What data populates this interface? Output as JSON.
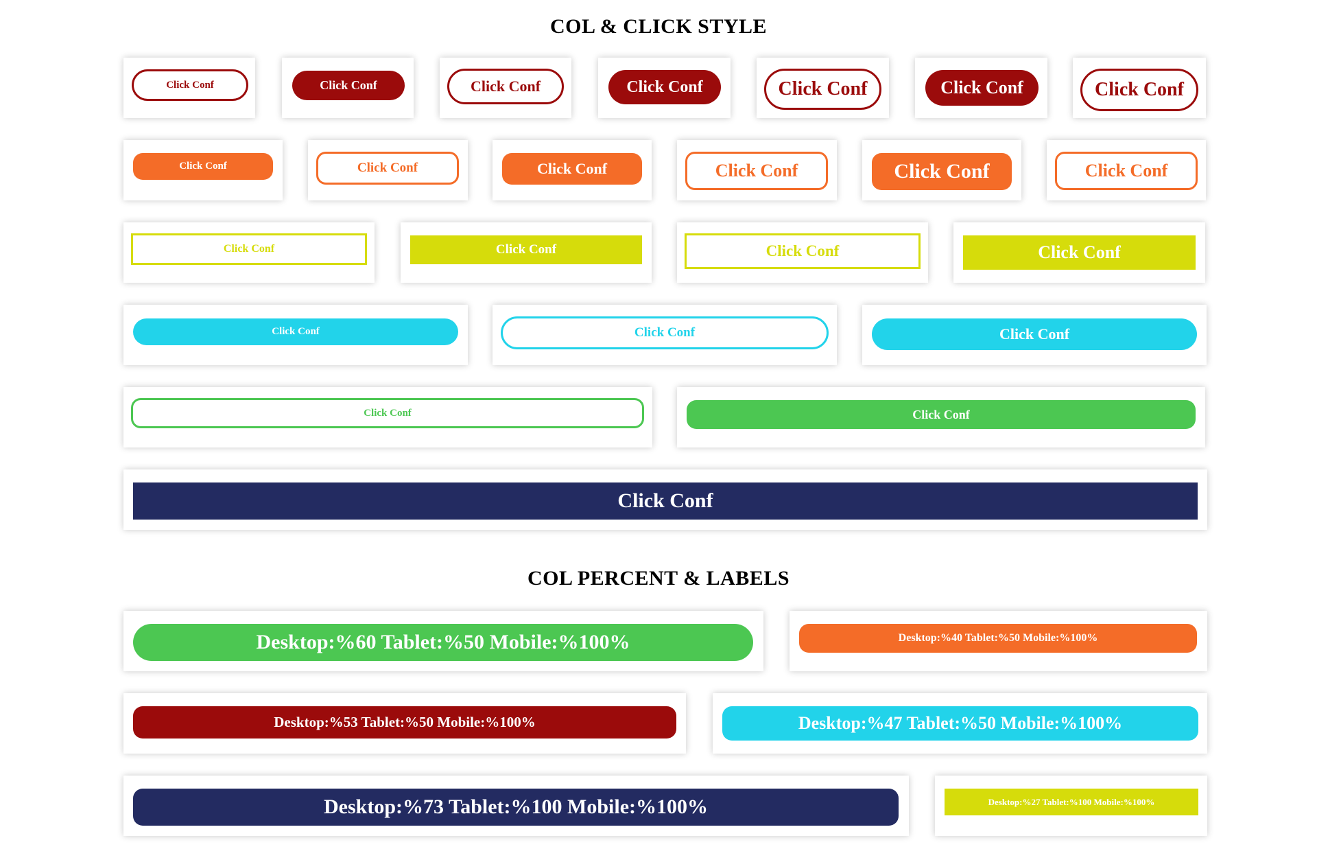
{
  "col_click_style": {
    "title": "COL & CLICK STYLE",
    "button_label": "Click Conf",
    "rows": [
      {
        "color": "#9b0b0b",
        "buttons": [
          "outline",
          "solid",
          "outline",
          "solid",
          "outline",
          "solid",
          "outline"
        ]
      },
      {
        "color": "#f46c28",
        "buttons": [
          "solid",
          "outline",
          "solid",
          "outline",
          "solid",
          "outline"
        ]
      },
      {
        "color": "#d6dc0b",
        "buttons": [
          "outline",
          "solid",
          "outline",
          "solid"
        ]
      },
      {
        "color": "#22d3ea",
        "buttons": [
          "solid",
          "outline",
          "solid"
        ]
      },
      {
        "color": "#4cc752",
        "buttons": [
          "outline",
          "solid"
        ]
      },
      {
        "color": "#232b61",
        "buttons": [
          "solid"
        ]
      }
    ]
  },
  "col_percent_labels": {
    "title": "COL PERCENT & LABELS",
    "items": [
      {
        "label": "Desktop:%60 Tablet:%50 Mobile:%100%",
        "desktop_percent": 60,
        "color": "#4cc752"
      },
      {
        "label": "Desktop:%40 Tablet:%50 Mobile:%100%",
        "desktop_percent": 40,
        "color": "#f46c28"
      },
      {
        "label": "Desktop:%53 Tablet:%50 Mobile:%100%",
        "desktop_percent": 53,
        "color": "#9b0b0b"
      },
      {
        "label": "Desktop:%47 Tablet:%50 Mobile:%100%",
        "desktop_percent": 47,
        "color": "#22d3ea"
      },
      {
        "label": "Desktop:%73 Tablet:%100 Mobile:%100%",
        "desktop_percent": 73,
        "color": "#232b61"
      },
      {
        "label": "Desktop:%27 Tablet:%100 Mobile:%100%",
        "desktop_percent": 27,
        "color": "#d6dc0b"
      }
    ]
  }
}
